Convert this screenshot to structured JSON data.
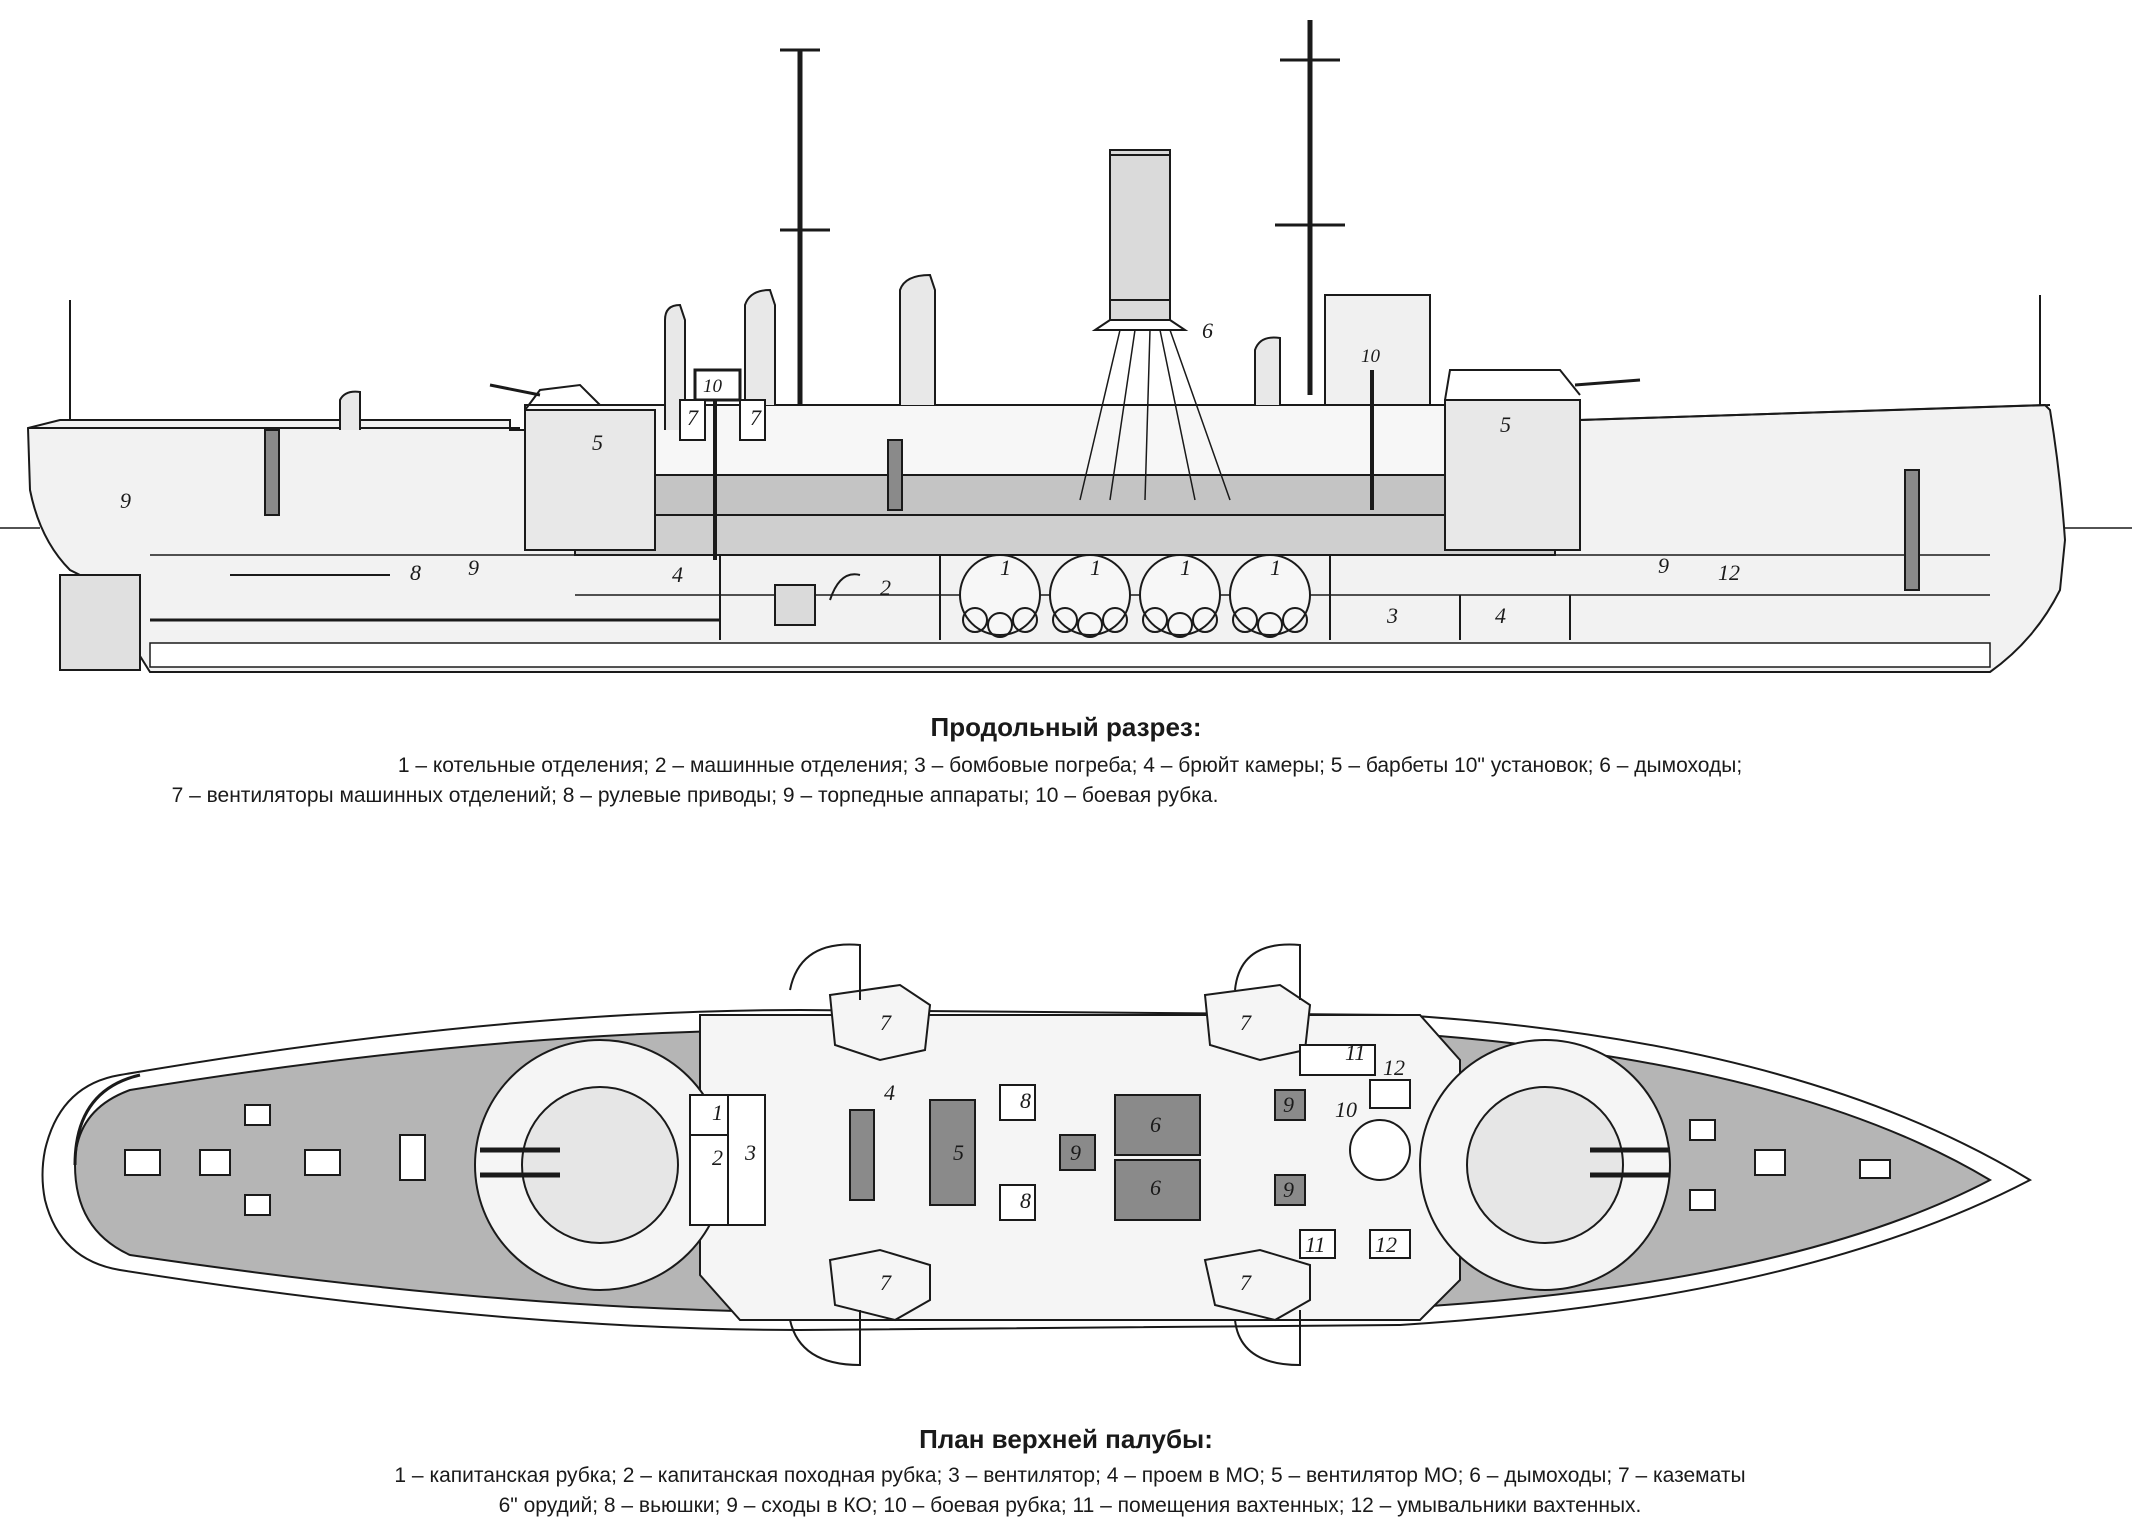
{
  "section": {
    "title": "Продольный разрез:",
    "legend_line1": "1 – котельные отделения; 2 – машинные отделения; 3 – бомбовые погреба; 4 – брюйт камеры; 5 – барбеты 10\" установок; 6 – дымоходы;",
    "legend_line2": "7 – вентиляторы машинных отделений; 8 – рулевые приводы; 9 – торпедные аппараты; 10 – боевая рубка.",
    "labels": {
      "n1": "1",
      "n2": "2",
      "n3": "3",
      "n4": "4",
      "n5": "5",
      "n6": "6",
      "n7": "7",
      "n8": "8",
      "n9": "9",
      "n10": "10",
      "n12": "12"
    }
  },
  "plan": {
    "title": "План верхней палубы:",
    "legend_line1": "1 – капитанская рубка; 2 – капитанская походная рубка; 3 – вентилятор; 4 – проем в МО; 5 – вентилятор МО; 6 – дымоходы; 7 – казематы",
    "legend_line2": "6\" орудий; 8 – вьюшки; 9 – сходы в КО; 10 – боевая рубка; 11 – помещения вахтенных; 12 – умывальники вахтенных.",
    "labels": {
      "n1": "1",
      "n2": "2",
      "n3": "3",
      "n4": "4",
      "n5": "5",
      "n6": "6",
      "n7": "7",
      "n8": "8",
      "n9": "9",
      "n10": "10",
      "n11": "11",
      "n12": "12"
    }
  },
  "colors": {
    "ink": "#1a1a1a",
    "deck_fill": "#b5b5b5",
    "armor_fill": "#c4c4c4",
    "hull_fill": "#f2f2f2",
    "dark_fill": "#8a8a8a"
  }
}
